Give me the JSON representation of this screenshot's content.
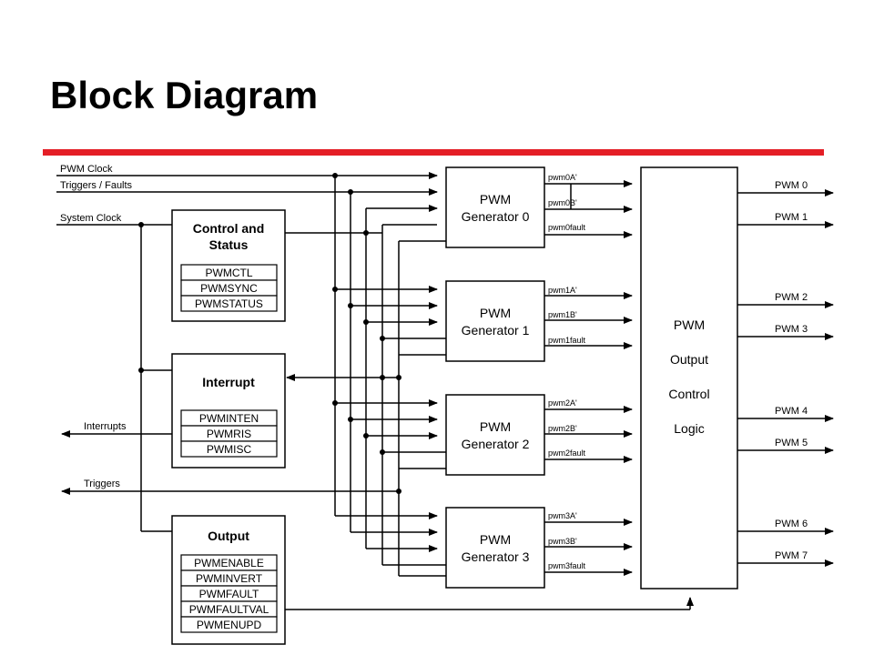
{
  "title": "Block Diagram",
  "colors": {
    "rule": "#e41e26",
    "line": "#000000",
    "background": "#ffffff"
  },
  "inputs": {
    "pwm_clock": "PWM Clock",
    "triggers_faults": "Triggers / Faults",
    "system_clock": "System Clock"
  },
  "outputs_left": {
    "interrupts": "Interrupts",
    "triggers": "Triggers"
  },
  "control_status": {
    "title_line1": "Control and",
    "title_line2": "Status",
    "registers": [
      "PWMCTL",
      "PWMSYNC",
      "PWMSTATUS"
    ]
  },
  "interrupt": {
    "title": "Interrupt",
    "registers": [
      "PWMINTEN",
      "PWMRIS",
      "PWMISC"
    ]
  },
  "output": {
    "title": "Output",
    "registers": [
      "PWMENABLE",
      "PWMINVERT",
      "PWMFAULT",
      "PWMFAULTVAL",
      "PWMENUPD"
    ]
  },
  "generators": [
    {
      "line1": "PWM",
      "line2": "Generator 0",
      "signals": [
        "pwm0A'",
        "pwm0B'",
        "pwm0fault"
      ]
    },
    {
      "line1": "PWM",
      "line2": "Generator 1",
      "signals": [
        "pwm1A'",
        "pwm1B'",
        "pwm1fault"
      ]
    },
    {
      "line1": "PWM",
      "line2": "Generator 2",
      "signals": [
        "pwm2A'",
        "pwm2B'",
        "pwm2fault"
      ]
    },
    {
      "line1": "PWM",
      "line2": "Generator 3",
      "signals": [
        "pwm3A'",
        "pwm3B'",
        "pwm3fault"
      ]
    }
  ],
  "output_control": {
    "lines": [
      "PWM",
      "Output",
      "Control",
      "Logic"
    ]
  },
  "pwm_outputs": [
    "PWM 0",
    "PWM 1",
    "PWM 2",
    "PWM 3",
    "PWM 4",
    "PWM 5",
    "PWM 6",
    "PWM 7"
  ]
}
